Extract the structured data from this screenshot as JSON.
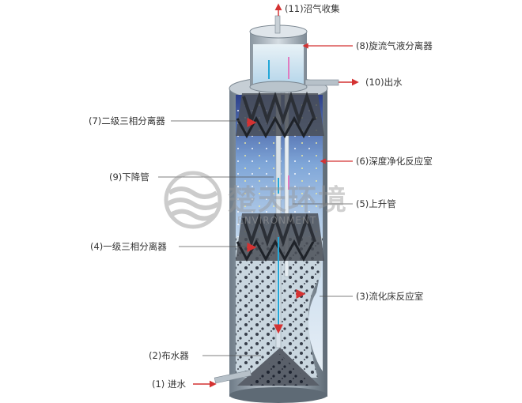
{
  "labels": {
    "biogas": "(11)沼气收集",
    "cyclone": "(8)旋流气液分离器",
    "outlet": "(10)出水",
    "sep2": "(7)二级三相分离器",
    "deep": "(6)深度净化反应室",
    "downpipe": "(9)下降管",
    "riser": "(5)上升管",
    "sep1": "(4)一级三相分离器",
    "fluid": "(3)流化床反应室",
    "distributor": "(2)布水器",
    "inlet": "(1) 进水"
  },
  "watermark": {
    "cn": "楚天环境",
    "en": "ENVIRONMENT",
    "logo_icon": "wave-logo-icon"
  },
  "colors": {
    "tank": "#8f9ba6",
    "water": "#7fb7e6",
    "arrow_red": "#d43232",
    "arrow_blue": "#22a7d8",
    "arrow_pink": "#e07cc0"
  }
}
